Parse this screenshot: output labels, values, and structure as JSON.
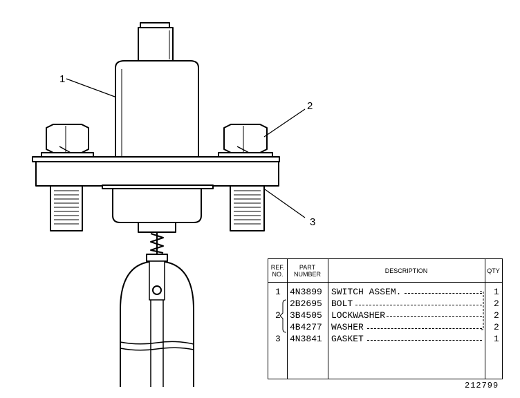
{
  "callouts": [
    "1",
    "2",
    "3"
  ],
  "table": {
    "headers": {
      "ref_line1": "REF.",
      "ref_line2": "NO.",
      "part_line1": "PART",
      "part_line2": "NUMBER",
      "description": "DESCRIPTION",
      "qty": "QTY"
    },
    "rows": [
      {
        "ref": "1",
        "part": "4N3899",
        "desc": "SWITCH ASSEM.",
        "qty": "1"
      },
      {
        "ref": "",
        "part": "2B2695",
        "desc": "BOLT",
        "qty": "2"
      },
      {
        "ref": "2",
        "part": "3B4505",
        "desc": "LOCKWASHER",
        "qty": "2"
      },
      {
        "ref": "",
        "part": "4B4277",
        "desc": "WASHER",
        "qty": "2"
      },
      {
        "ref": "3",
        "part": "4N3841",
        "desc": "GASKET",
        "qty": "1"
      }
    ]
  },
  "drawing_number": "212799"
}
